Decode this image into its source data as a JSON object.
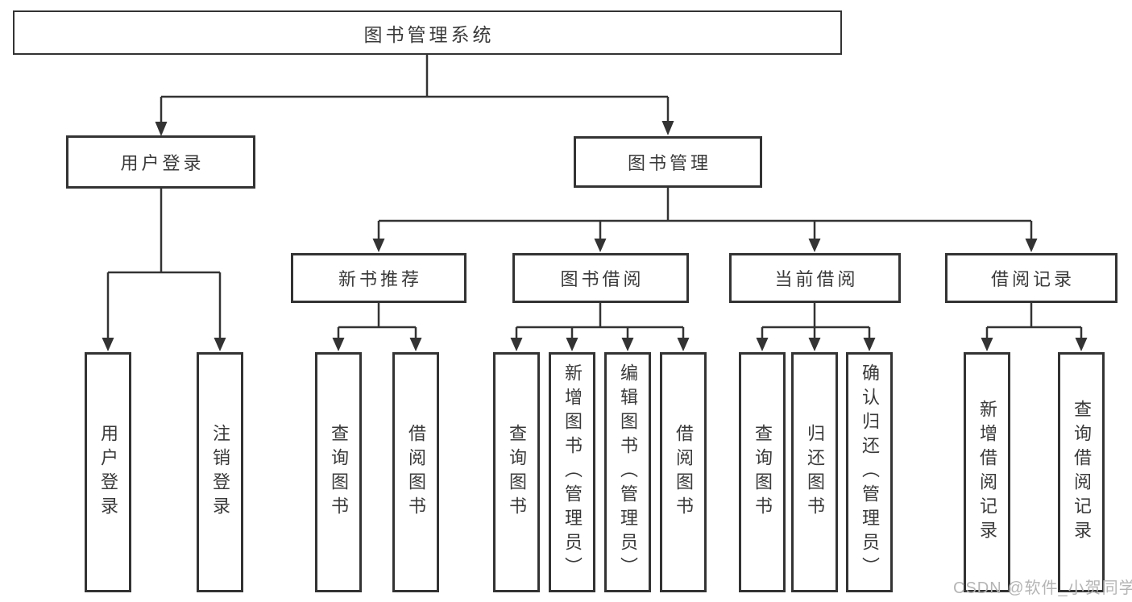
{
  "colors": {
    "line": "#333333",
    "box_border": "#333333",
    "text": "#3a3a3a",
    "background": "#ffffff",
    "watermark_text_color": "#b5b5b5"
  },
  "watermark": {
    "text": "CSDN @软件_小贺同学"
  },
  "tree": {
    "root": {
      "label": "图书管理系统",
      "children": [
        {
          "label": "用户登录",
          "children": [
            {
              "label": "用户登录"
            },
            {
              "label": "注销登录"
            }
          ]
        },
        {
          "label": "图书管理",
          "children": [
            {
              "label": "新书推荐",
              "children": [
                {
                  "label": "查询图书"
                },
                {
                  "label": "借阅图书"
                }
              ]
            },
            {
              "label": "图书借阅",
              "children": [
                {
                  "label": "查询图书"
                },
                {
                  "label": "新增图书（管理员）"
                },
                {
                  "label": "编辑图书（管理员）"
                },
                {
                  "label": "借阅图书"
                }
              ]
            },
            {
              "label": "当前借阅",
              "children": [
                {
                  "label": "查询图书"
                },
                {
                  "label": "归还图书"
                },
                {
                  "label": "确认归还（管理员）"
                }
              ]
            },
            {
              "label": "借阅记录",
              "children": [
                {
                  "label": "新增借阅记录"
                },
                {
                  "label": "查询借阅记录"
                }
              ]
            }
          ]
        }
      ]
    }
  }
}
